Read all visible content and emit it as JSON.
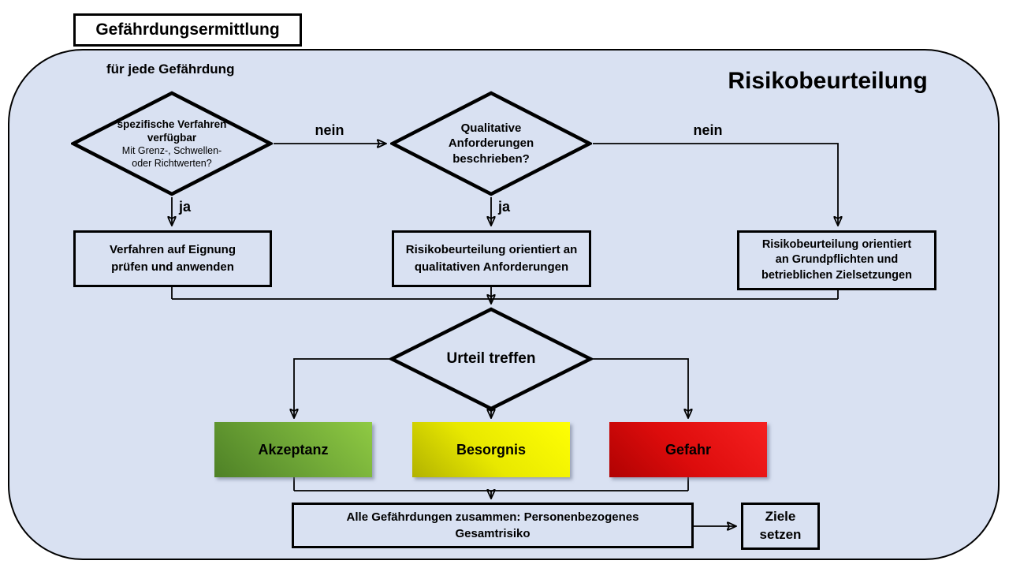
{
  "header": {
    "title_box": "Gefährdungsermittlung",
    "region_title": "Risikobeurteilung",
    "loop_label": "für jede Gefährdung"
  },
  "decisions": {
    "d1": {
      "line1": "spezifische Verfahren",
      "line2": "verfügbar",
      "line3": "Mit Grenz-, Schwellen-",
      "line4": "oder Richtwerten?"
    },
    "d2": {
      "line1": "Qualitative",
      "line2": "Anforderungen",
      "line3": "beschrieben?"
    },
    "d3": {
      "label": "Urteil treffen"
    }
  },
  "edge_labels": {
    "nein1": "nein",
    "nein2": "nein",
    "ja1": "ja",
    "ja2": "ja"
  },
  "processes": {
    "p1_lines": [
      "Verfahren auf Eignung",
      "prüfen und anwenden"
    ],
    "p2_lines": [
      "Risikobeurteilung orientiert an",
      "qualitativen Anforderungen"
    ],
    "p3_lines": [
      "Risikobeurteilung orientiert",
      "an Grundpflichten und",
      "betrieblichen Zielsetzungen"
    ],
    "total_lines": [
      "Alle Gefährdungen zusammen: Personenbezogenes",
      "Gesamtrisiko"
    ],
    "goals_lines": [
      "Ziele",
      "setzen"
    ]
  },
  "outcomes": [
    {
      "label": "Akzeptanz",
      "color_light": "#8fca43",
      "color_dark": "#4e8126"
    },
    {
      "label": "Besorgnis",
      "color_light": "#ffff04",
      "color_dark": "#b2b200"
    },
    {
      "label": "Gefahr",
      "color_light": "#f52020",
      "color_dark": "#b00202"
    }
  ],
  "colors": {
    "canvas_fill": "#d9e1f2",
    "line": "#000000"
  }
}
